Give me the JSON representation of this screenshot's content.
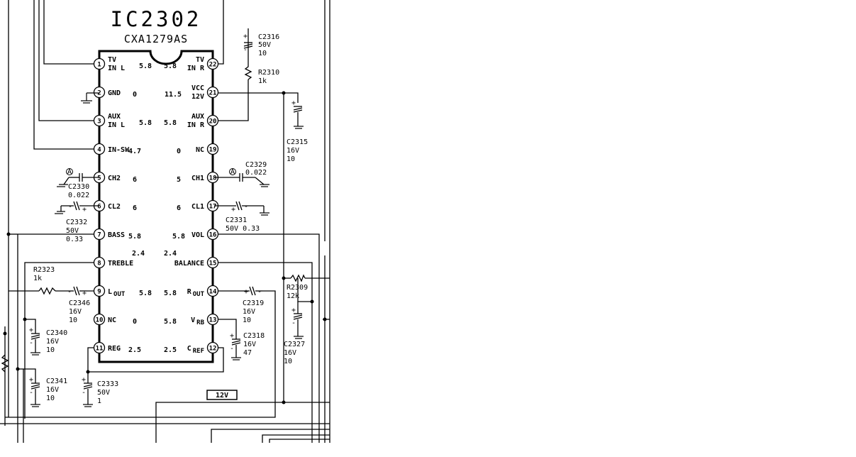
{
  "chip": {
    "ref": "IC2302",
    "part": "CXA1279AS",
    "pins": [
      {
        "n": "1",
        "label": "TV",
        "label2": "IN L",
        "v": "5.8"
      },
      {
        "n": "2",
        "label": "GND",
        "v": "0"
      },
      {
        "n": "3",
        "label": "AUX",
        "label2": "IN L",
        "v": "5.8"
      },
      {
        "n": "4",
        "label": "IN-SW",
        "v": "4.7"
      },
      {
        "n": "5",
        "label": "CH2",
        "v": "6"
      },
      {
        "n": "6",
        "label": "CL2",
        "v": "6"
      },
      {
        "n": "7",
        "label": "BASS",
        "v": "5.8"
      },
      {
        "n": "8",
        "label": "TREBLE",
        "v": "2.4"
      },
      {
        "n": "9",
        "label": "L",
        "sub": "OUT",
        "v": "5.8"
      },
      {
        "n": "10",
        "label": "NC",
        "v": "0"
      },
      {
        "n": "11",
        "label": "REG",
        "v": "2.5"
      },
      {
        "n": "12",
        "label": "C",
        "sub": "REF",
        "v": "2.5"
      },
      {
        "n": "13",
        "label": "V",
        "sub": "RB",
        "v": "5.8"
      },
      {
        "n": "14",
        "label": "R",
        "sub": "OUT",
        "v": "5.8"
      },
      {
        "n": "15",
        "label": "BALANCE",
        "v": "2.4"
      },
      {
        "n": "16",
        "label": "VOL",
        "v": "5.8"
      },
      {
        "n": "17",
        "label": "CL1",
        "v": "6"
      },
      {
        "n": "18",
        "label": "CH1",
        "v": "5"
      },
      {
        "n": "19",
        "label": "NC",
        "v": "0"
      },
      {
        "n": "20",
        "label": "AUX",
        "label2": "IN R",
        "v": "5.8"
      },
      {
        "n": "21",
        "label": "VCC",
        "label2": "12V",
        "v": "11.5"
      },
      {
        "n": "22",
        "label": "TV",
        "label2": "IN R",
        "v": "5.8"
      }
    ]
  },
  "components": {
    "c2316": {
      "ref": "C2316",
      "l1": "50V",
      "l2": "10"
    },
    "r2310": {
      "ref": "R2310",
      "l1": "1k"
    },
    "c2315": {
      "ref": "C2315",
      "l1": "16V",
      "l2": "10"
    },
    "c2329": {
      "ref": "C2329",
      "l1": "0.022"
    },
    "c2330": {
      "ref": "C2330",
      "l1": "0.022"
    },
    "c2331": {
      "ref": "C2331",
      "l1": "50V 0.33"
    },
    "c2332": {
      "ref": "C2332",
      "l1": "50V",
      "l2": "0.33"
    },
    "r2323": {
      "ref": "R2323",
      "l1": "1k"
    },
    "c2346": {
      "ref": "C2346",
      "l1": "16V",
      "l2": "10"
    },
    "c2319": {
      "ref": "C2319",
      "l1": "16V",
      "l2": "10"
    },
    "c2340": {
      "ref": "C2340",
      "l1": "16V",
      "l2": "10"
    },
    "c2341": {
      "ref": "C2341",
      "l1": "16V",
      "l2": "10"
    },
    "c2318": {
      "ref": "C2318",
      "l1": "16V",
      "l2": "47"
    },
    "c2333": {
      "ref": "C2333",
      "l1": "50V",
      "l2": "1"
    },
    "r2309": {
      "ref": "R2309",
      "l1": "12k"
    },
    "c2327": {
      "ref": "C2327",
      "l1": "16V",
      "l2": "10"
    }
  },
  "markers": {
    "a": "A",
    "plus": "+",
    "minus": "-"
  },
  "supply_label": "12V"
}
